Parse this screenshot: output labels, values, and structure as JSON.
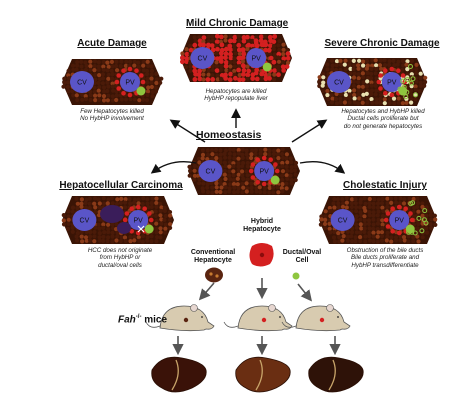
{
  "panels": {
    "acute": {
      "title": "Acute Damage",
      "caption": [
        "Few Hepatocytes killed",
        "No HybHP involvement"
      ]
    },
    "mild": {
      "title": "Mild Chronic Damage",
      "caption": [
        "Hepatocytes are killed",
        "HybHP repopulate liver"
      ]
    },
    "severe": {
      "title": "Severe Chronic Damage",
      "caption": [
        "Hepatocytes and HybHP killed",
        "Ductal cells proliferate but",
        "do not generate hepatocytes"
      ]
    },
    "homeostasis": {
      "title": "Homeostasis"
    },
    "hcc": {
      "title": "Hepatocellular Carcinoma",
      "caption": [
        "HCC does not originate",
        "from HybHP or",
        "ductal/oval cells"
      ]
    },
    "cholestatic": {
      "title": "Cholestatic Injury",
      "caption": [
        "Obstruction of the bile ducts",
        "Bile ducts proliferate and",
        "HybHP transdifferentiate"
      ]
    }
  },
  "vessel_labels": {
    "cv": "CV",
    "pv": "PV"
  },
  "cells": {
    "hybrid": [
      "Hybrid",
      "Hepatocyte"
    ],
    "conventional": [
      "Conventional",
      "Hepatocyte"
    ],
    "ductal": [
      "Ductal/Oval",
      "Cell"
    ]
  },
  "mice": {
    "label": "Fah",
    "superscript": "-/-",
    "suffix": " mice"
  },
  "colors": {
    "hepatocyte": "#4a1a08",
    "hepatocyte_highlight": "#8a3a18",
    "vessel": "#5a55c8",
    "hybrid": "#d42020",
    "ductal": "#8ec63f",
    "tumor": "#3a1d5a",
    "mouse": "#d8cbb0"
  }
}
